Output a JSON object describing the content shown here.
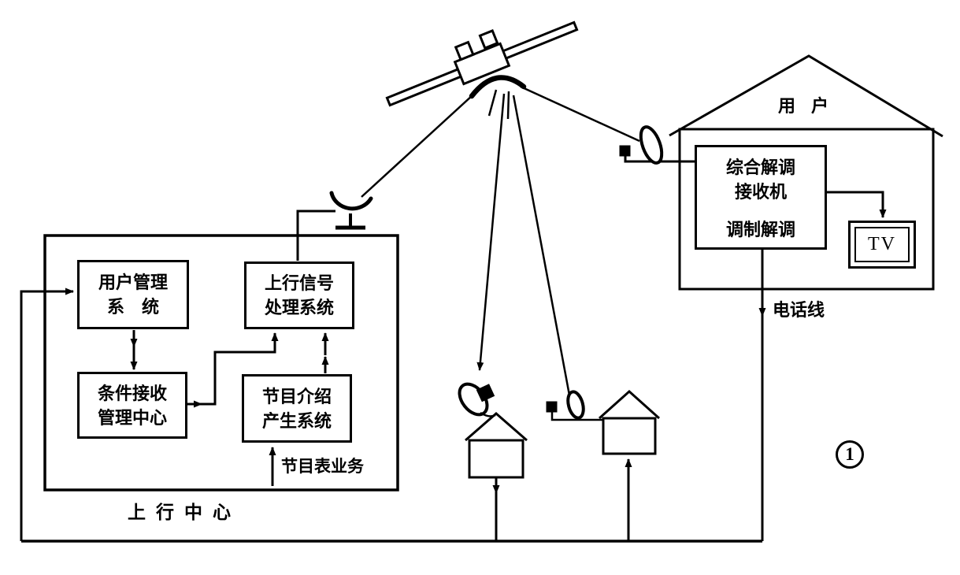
{
  "figure": {
    "number": "1"
  },
  "uplink_center": {
    "label": "上行中心",
    "user_management": {
      "line1": "用户管理",
      "line2": "系　统"
    },
    "uplink_signal": {
      "line1": "上行信号",
      "line2": "处理系统"
    },
    "conditional_access": {
      "line1": "条件接收",
      "line2": "管理中心"
    },
    "program_intro": {
      "line1": "节目介绍",
      "line2": "产生系统"
    },
    "program_service_label": "节目表业务"
  },
  "subscriber_home": {
    "label": "用户",
    "receiver": {
      "line1": "综合解调",
      "line2": "接收机",
      "line3": "调制解调"
    },
    "tv_label": "TV",
    "phone_line_label": "电话线"
  }
}
